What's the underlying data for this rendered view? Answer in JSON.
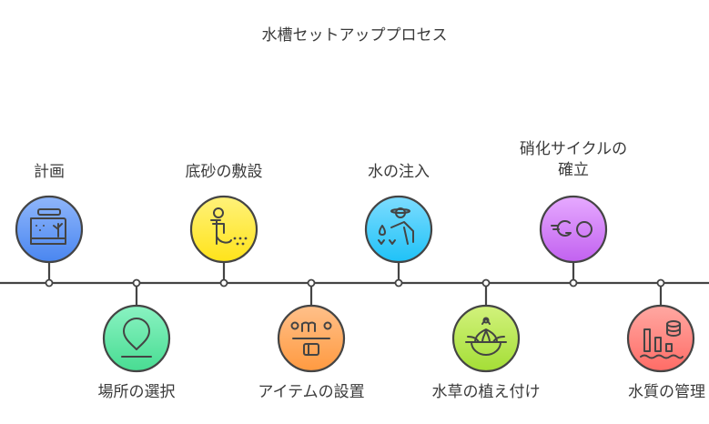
{
  "title": "水槽セットアッププロセス",
  "steps": [
    {
      "label": "計画",
      "position": "top",
      "icon": "aquarium-plan-icon",
      "colors": [
        "#8fb6fb",
        "#4a86f0"
      ]
    },
    {
      "label": "場所の選択",
      "position": "bottom",
      "icon": "location-pin-icon",
      "colors": [
        "#8af3c2",
        "#48dc92"
      ]
    },
    {
      "label": "底砂の敷設",
      "position": "top",
      "icon": "person-spreading-gravel-icon",
      "colors": [
        "#fff27a",
        "#ffe31a"
      ]
    },
    {
      "label": "アイテムの設置",
      "position": "bottom",
      "icon": "equipment-placement-icon",
      "colors": [
        "#ffc08a",
        "#ff9a40"
      ]
    },
    {
      "label": "水の注入",
      "position": "top",
      "icon": "person-pouring-water-icon",
      "colors": [
        "#7ddcff",
        "#1fc2f7"
      ]
    },
    {
      "label": "水草の植え付け",
      "position": "bottom",
      "icon": "plant-bowl-icon",
      "colors": [
        "#d2f27c",
        "#a4de36"
      ]
    },
    {
      "label": "硝化サイクルの\n確立",
      "lines": [
        "硝化サイクルの",
        "確立"
      ],
      "position": "top",
      "icon": "go-start-icon",
      "colors": [
        "#e6aaff",
        "#c262f0"
      ]
    },
    {
      "label": "水質の管理",
      "position": "bottom",
      "icon": "water-quality-chart-icon",
      "colors": [
        "#ffa8a2",
        "#ff6c66"
      ]
    }
  ]
}
